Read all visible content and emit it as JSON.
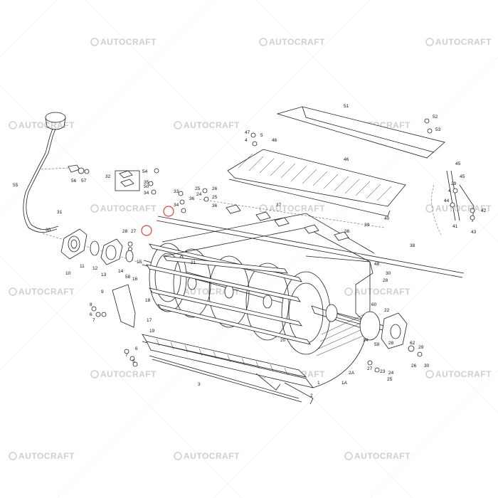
{
  "watermark": {
    "text": "AUTOCRAFT"
  },
  "colors": {
    "line": "#222222",
    "watermark": "#cfcfcf",
    "highlight_circle": "#e0463c"
  },
  "callouts": {
    "c55": "55",
    "c56": "56",
    "c57": "57",
    "c32": "32",
    "c54": "54",
    "c35": "35",
    "c50": "50",
    "c34": "34",
    "c33": "33",
    "c36": "36",
    "c25": "25",
    "c24": "24",
    "c26": "26",
    "c47": "47",
    "c5": "5",
    "c4": "4",
    "c46": "46",
    "c51": "51",
    "c52": "52",
    "c53": "53",
    "c37": "37",
    "c39": "39",
    "c40": "40",
    "c38": "38",
    "c45": "45",
    "c29": "29",
    "c44": "44",
    "c41": "41",
    "c42": "42",
    "c43": "43",
    "c31": "31",
    "c30": "30",
    "c10": "10",
    "c11": "11",
    "c12": "12",
    "c13": "13",
    "c14": "14",
    "c28": "28",
    "c27": "27",
    "c58": "58",
    "c16": "16",
    "c15": "15",
    "c21": "21",
    "c18": "18",
    "c9": "9",
    "c8": "8",
    "c17": "17",
    "c19": "19",
    "c20": "20",
    "c7": "7",
    "c6": "6",
    "c48": "48",
    "c22": "22",
    "c59": "59",
    "c23": "23",
    "c2A": "2A",
    "c1A": "1A",
    "c1": "1",
    "c2": "2",
    "c3": "3",
    "c60": "60",
    "c62": "62"
  }
}
